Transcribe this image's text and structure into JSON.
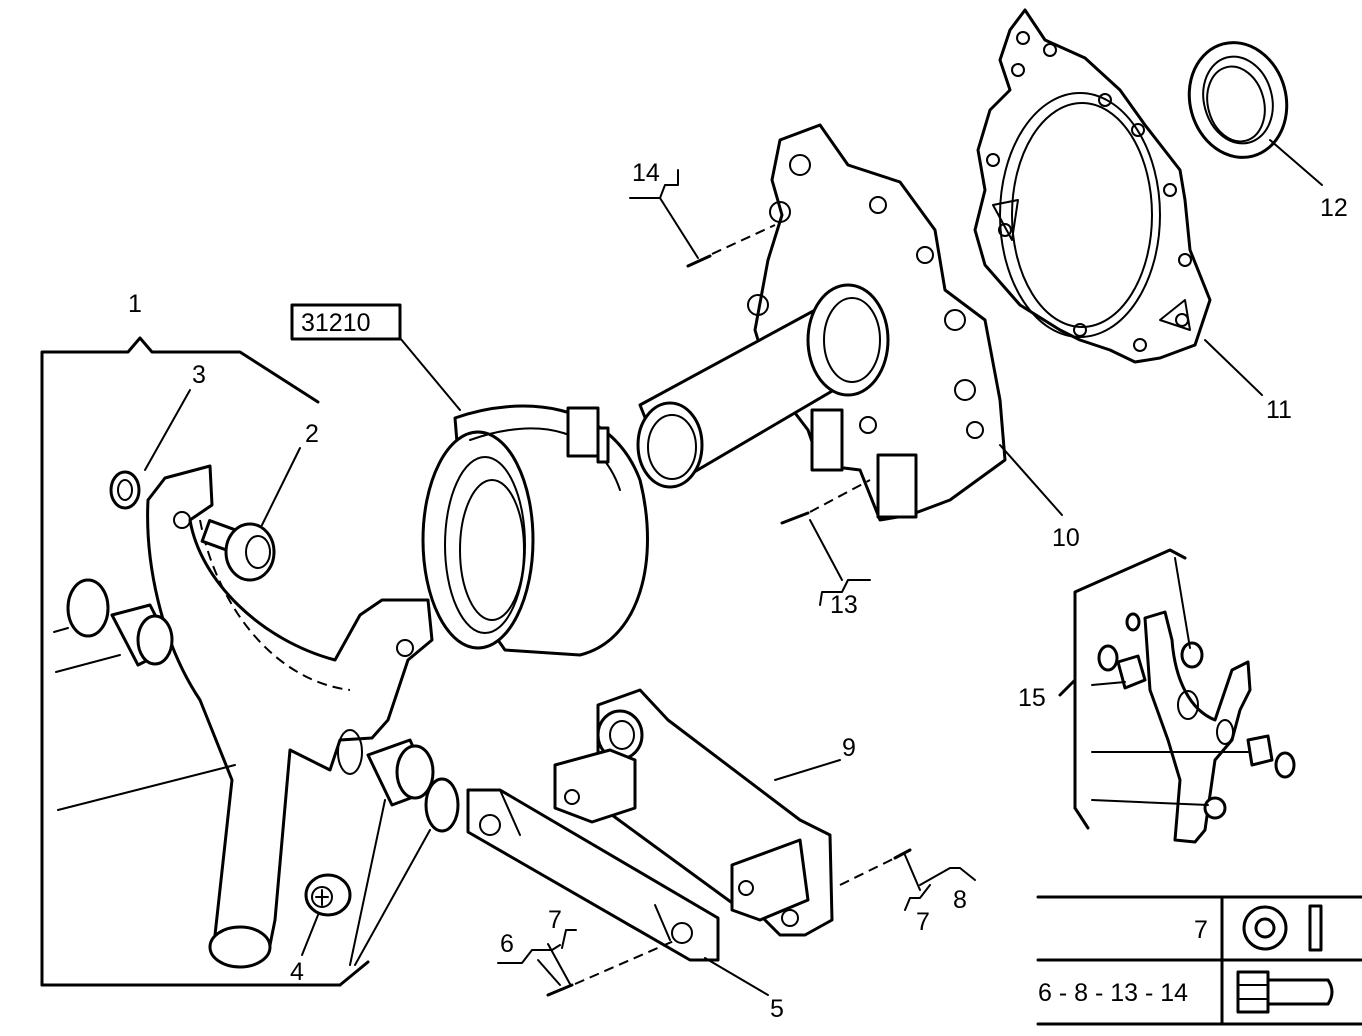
{
  "reference_box": "31210",
  "callouts": {
    "c1": "1",
    "c2": "2",
    "c3": "3",
    "c4": "4",
    "c5": "5",
    "c6": "6",
    "c7a": "7",
    "c7b": "7",
    "c8": "8",
    "c9": "9",
    "c10": "10",
    "c11": "11",
    "c12": "12",
    "c13": "13",
    "c14": "14",
    "c15": "15"
  },
  "legend": {
    "row1_label": "7",
    "row1_icons": [
      "washer-icon",
      "pin-icon"
    ],
    "row2_label": "6 - 8 - 13 - 14",
    "row2_icons": [
      "bolt-icon"
    ]
  }
}
